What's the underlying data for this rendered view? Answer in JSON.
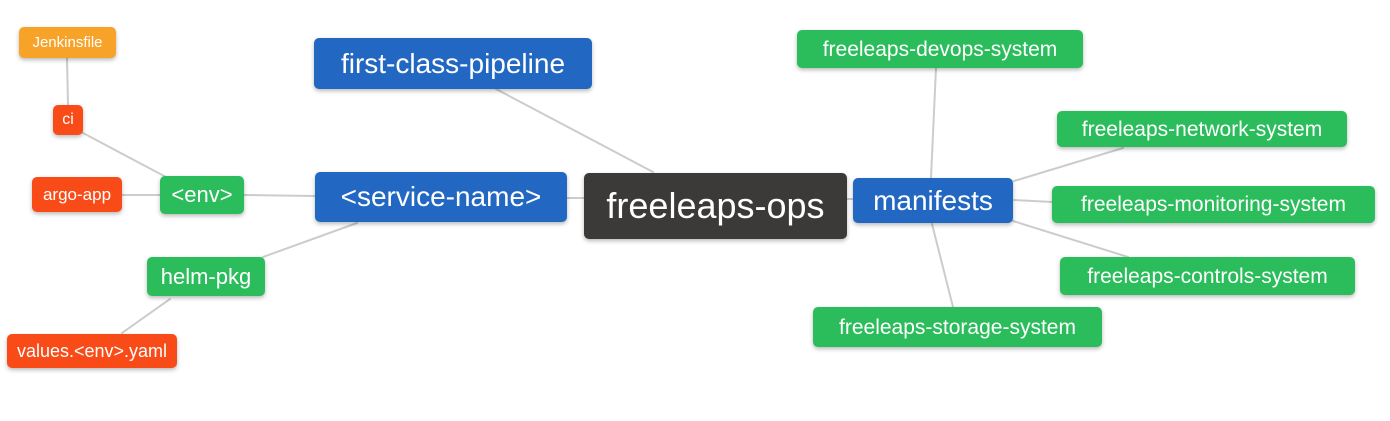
{
  "diagram": {
    "type": "mindmap",
    "background": "#ffffff",
    "edge_color": "#cccccc",
    "colors": {
      "blue": "#2268c3",
      "green": "#2bbd5b",
      "red": "#f94b17",
      "orange": "#f7a229",
      "dark": "#3b3a39",
      "node_text": "#ffffff"
    },
    "root": "freeleaps-ops",
    "nodes": {
      "freeleaps_ops": {
        "label": "freeleaps-ops"
      },
      "service_name": {
        "label": "<service-name>"
      },
      "first_class_pipeline": {
        "label": "first-class-pipeline"
      },
      "env": {
        "label": "<env>"
      },
      "helm_pkg": {
        "label": "helm-pkg"
      },
      "ci": {
        "label": "ci"
      },
      "jenkinsfile": {
        "label": "Jenkinsfile"
      },
      "argo_app": {
        "label": "argo-app"
      },
      "values_env_yaml": {
        "label": "values.<env>.yaml"
      },
      "manifests": {
        "label": "manifests"
      },
      "devops_system": {
        "label": "freeleaps-devops-system"
      },
      "network_system": {
        "label": "freeleaps-network-system"
      },
      "monitoring_system": {
        "label": "freeleaps-monitoring-system"
      },
      "controls_system": {
        "label": "freeleaps-controls-system"
      },
      "storage_system": {
        "label": "freeleaps-storage-system"
      }
    },
    "edges": [
      {
        "from": "jenkinsfile",
        "to": "ci"
      },
      {
        "from": "ci",
        "to": "env"
      },
      {
        "from": "argo_app",
        "to": "env"
      },
      {
        "from": "env",
        "to": "service_name"
      },
      {
        "from": "helm_pkg",
        "to": "service_name"
      },
      {
        "from": "helm_pkg",
        "to": "values_env_yaml"
      },
      {
        "from": "first_class_pipeline",
        "to": "freeleaps_ops"
      },
      {
        "from": "service_name",
        "to": "freeleaps_ops"
      },
      {
        "from": "freeleaps_ops",
        "to": "manifests"
      },
      {
        "from": "manifests",
        "to": "devops_system"
      },
      {
        "from": "manifests",
        "to": "network_system"
      },
      {
        "from": "manifests",
        "to": "monitoring_system"
      },
      {
        "from": "manifests",
        "to": "controls_system"
      },
      {
        "from": "manifests",
        "to": "storage_system"
      }
    ]
  }
}
